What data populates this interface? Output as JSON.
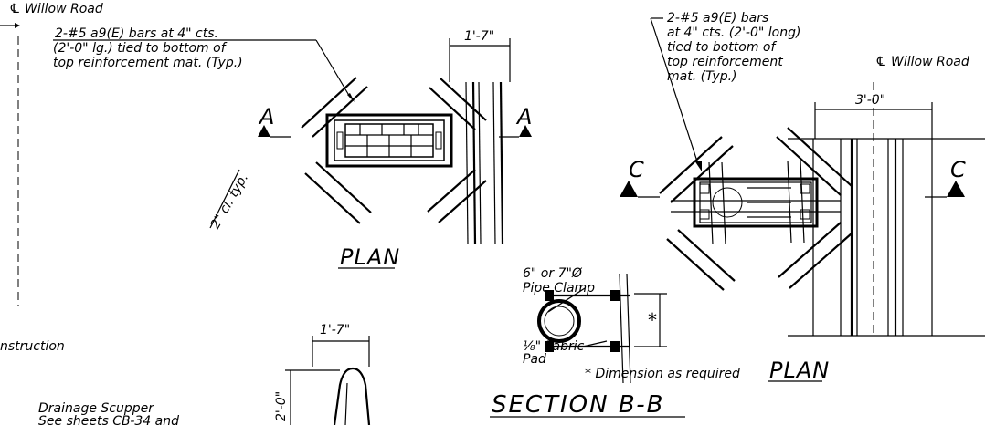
{
  "left_top": {
    "centerline_label": "℄ Willow Road",
    "bars_note": [
      "2-#5 a9(E) bars at 4\" cts.",
      "(2'-0\" lg.) tied to bottom of",
      "top reinforcement mat. (Typ.)"
    ],
    "dim_width": "1'-7\"",
    "clearance_note": "2\" cl. typ.",
    "section_mark": "A",
    "view_title": "PLAN"
  },
  "right_top": {
    "bars_note": [
      "2-#5 a9(E) bars",
      "at 4\" cts. (2'-0\" long)",
      "tied to bottom of",
      "top reinforcement",
      "mat. (Typ.)"
    ],
    "centerline_label": "℄ Willow Road",
    "dim_width": "3'-0\"",
    "section_mark": "C",
    "view_title": "PLAN"
  },
  "section_bb": {
    "pipe_clamp_label": [
      "6\" or 7\"Ø",
      "Pipe Clamp"
    ],
    "fabric_pad_label": [
      "⅛\" Fabric",
      "Pad"
    ],
    "dimension_symbol": "*",
    "dimension_note": "* Dimension as required",
    "title": "SECTION B-B"
  },
  "lower_left": {
    "construction_text": "nstruction",
    "scupper_text": [
      "Drainage Scupper",
      "See sheets CB-34 and"
    ],
    "dim_width": "1'-7\"",
    "dim_height": "2'-0\""
  }
}
